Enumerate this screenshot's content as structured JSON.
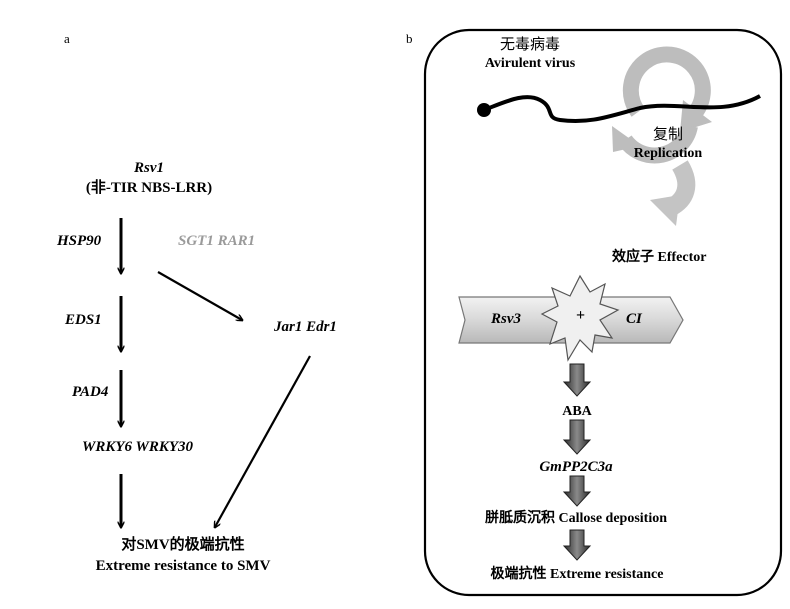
{
  "panel_a": {
    "label": "a",
    "gene_top": "Rsv1",
    "gene_class": "(非-TIR NBS-LRR)",
    "hsp90": "HSP90",
    "sgt1_rar1": "SGT1 RAR1",
    "eds1": "EDS1",
    "jar1_edr1": "Jar1  Edr1",
    "pad4": "PAD4",
    "wrky": "WRKY6 WRKY30",
    "result_cn": "对SMV的极端抗性",
    "result_en": "Extreme resistance to SMV"
  },
  "panel_b": {
    "label": "b",
    "virus_cn": "无毒病毒",
    "virus_en": "Avirulent virus",
    "replication_cn": "复制",
    "replication_en": "Replication",
    "effector": "效应子 Effector",
    "rsv3": "Rsv3",
    "plus": "+",
    "ci": "CI",
    "aba": "ABA",
    "gmpp2c3a": "GmPP2C3a",
    "callose": "胼胝质沉积 Callose deposition",
    "extreme": "极端抗性 Extreme resistance"
  }
}
